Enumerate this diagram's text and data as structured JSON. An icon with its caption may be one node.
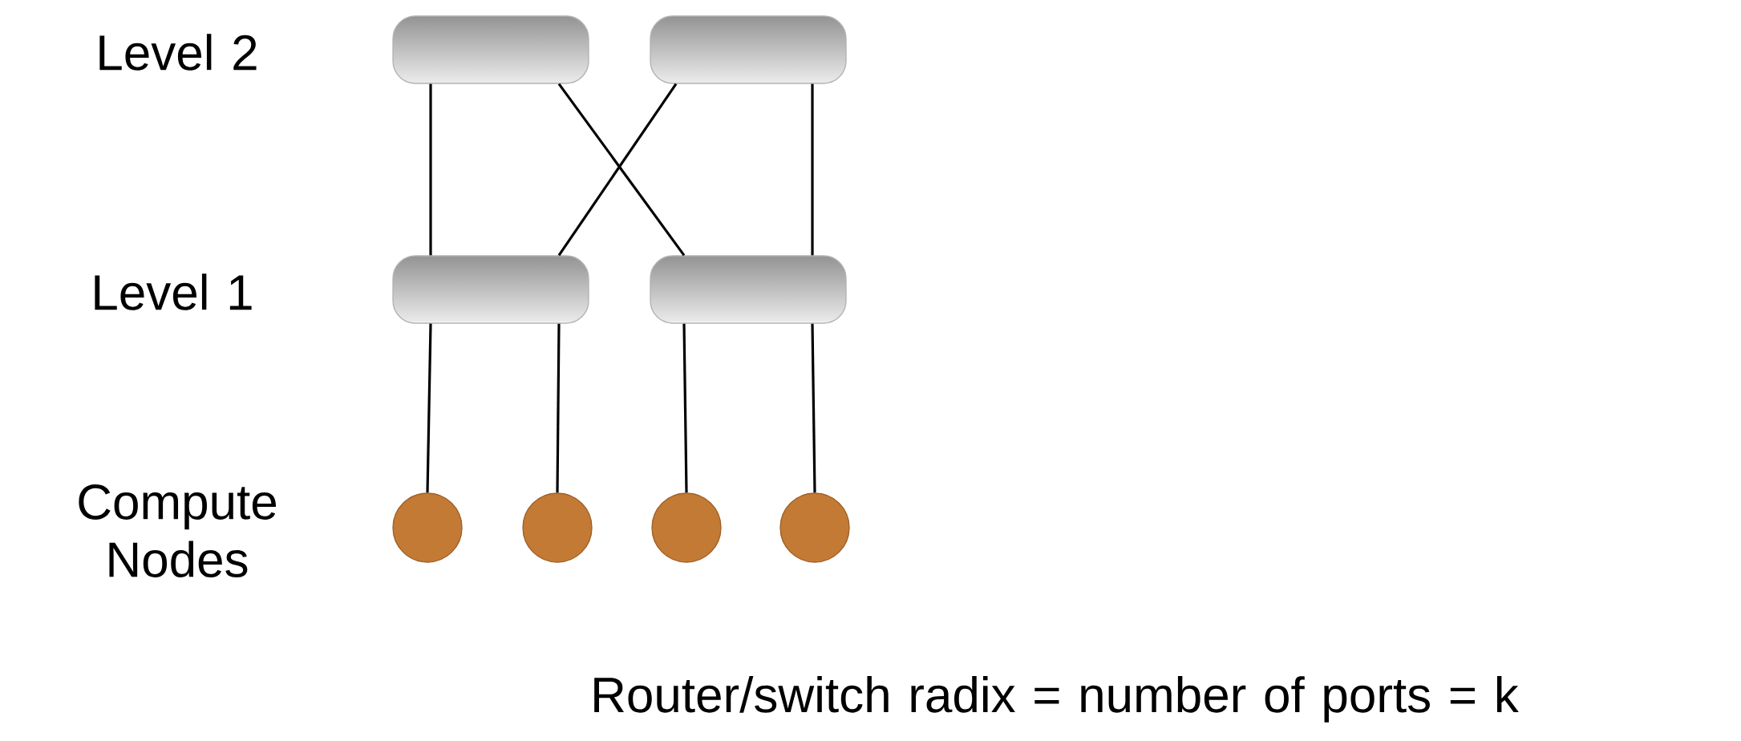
{
  "diagram": {
    "nodes": [
      {
        "text": [],
        "shape": "box"
      },
      {
        "text": [],
        "shape": "box"
      },
      {
        "text": [],
        "shape": "box"
      },
      {
        "text": [],
        "shape": "box"
      },
      {
        "text": [],
        "shape": "circle"
      },
      {
        "text": [],
        "shape": "circle"
      },
      {
        "text": [],
        "shape": "circle"
      },
      {
        "text": [],
        "shape": "circle"
      }
    ],
    "edges": [
      {
        "from": 0,
        "to": 2,
        "arrow": "none"
      },
      {
        "from": 0,
        "to": 3,
        "arrow": "none"
      },
      {
        "from": 1,
        "to": 2,
        "arrow": "none"
      },
      {
        "from": 1,
        "to": 3,
        "arrow": "none"
      },
      {
        "from": 2,
        "to": 4,
        "arrow": "none"
      },
      {
        "from": 2,
        "to": 5,
        "arrow": "none"
      },
      {
        "from": 3,
        "to": 6,
        "arrow": "none"
      },
      {
        "from": 3,
        "to": 7,
        "arrow": "none"
      }
    ],
    "labels": [
      "Level 2",
      "Level 1",
      "Compute Nodes",
      "Router/switch radix = number of ports = k"
    ]
  }
}
